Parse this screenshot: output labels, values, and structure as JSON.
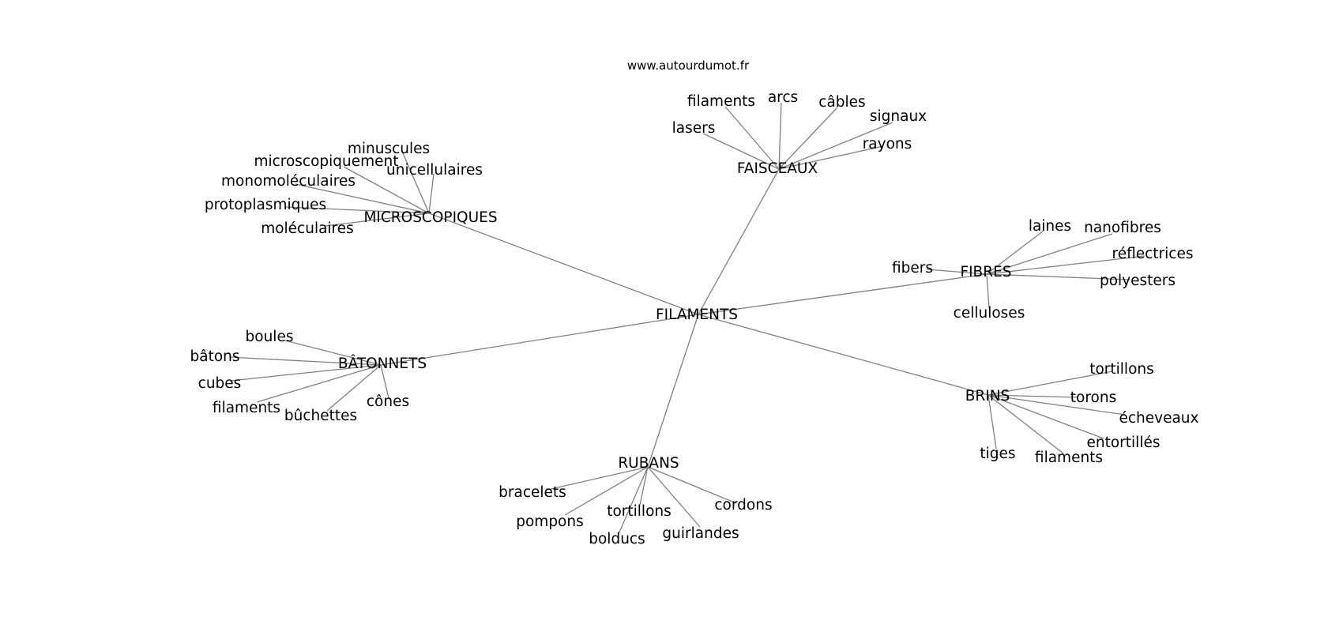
{
  "site_title": "www.autourdumot.fr",
  "colors": {
    "edge": "#808080",
    "text": "#000000",
    "background": "#ffffff"
  },
  "graph": {
    "root": "FILAMENTS",
    "clusters": [
      {
        "id": "faisceaux",
        "label": "FAISCEAUX",
        "leaves": [
          "lasers",
          "filaments",
          "arcs",
          "câbles",
          "signaux",
          "rayons"
        ]
      },
      {
        "id": "microscopiques",
        "label": "MICROSCOPIQUES",
        "leaves": [
          "minuscules",
          "microscopiquement",
          "unicellulaires",
          "monomoléculaires",
          "protoplasmiques",
          "moléculaires"
        ]
      },
      {
        "id": "fibres",
        "label": "FIBRES",
        "leaves": [
          "laines",
          "nanofibres",
          "réflectrices",
          "fibers",
          "polyesters",
          "celluloses"
        ]
      },
      {
        "id": "batonnets",
        "label": "BÂTONNETS",
        "leaves": [
          "boules",
          "bâtons",
          "cubes",
          "filaments",
          "bûchettes",
          "cônes"
        ]
      },
      {
        "id": "brins",
        "label": "BRINS",
        "leaves": [
          "tortillons",
          "torons",
          "écheveaux",
          "entortillés",
          "tiges",
          "filaments"
        ]
      },
      {
        "id": "rubans",
        "label": "RUBANS",
        "leaves": [
          "bracelets",
          "pompons",
          "tortillons",
          "bolducs",
          "guirlandes",
          "cordons"
        ]
      }
    ]
  }
}
